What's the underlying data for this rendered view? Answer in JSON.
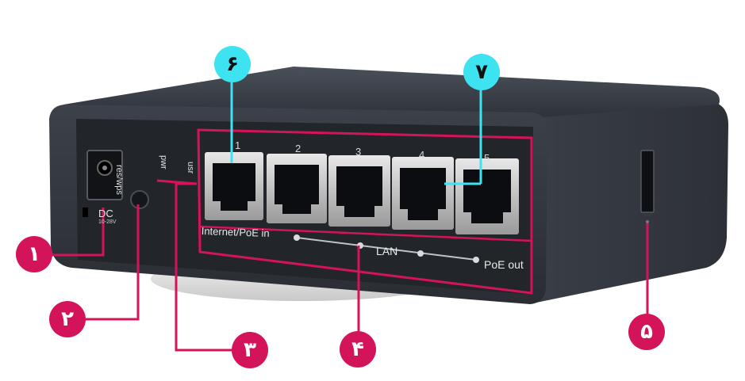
{
  "colors": {
    "accent_red": "#d4145a",
    "accent_cyan": "#3ee3f2",
    "device_body": "#3a3f48",
    "panel": "#23262c"
  },
  "device": {
    "dc_label": "DC",
    "dc_sub": "10-28V",
    "btn_res_wps": "res/wps",
    "led_pwr": "pwr",
    "led_usr": "usr",
    "port_numbers": [
      "1",
      "2",
      "3",
      "4",
      "5"
    ],
    "internet_label": "Internet/PoE in",
    "lan_label": "LAN",
    "poe_out_label": "PoE out"
  },
  "callouts": {
    "one": "١",
    "two": "٢",
    "three": "٣",
    "four": "۴",
    "five": "۵",
    "six": "۶",
    "seven": "۷"
  }
}
